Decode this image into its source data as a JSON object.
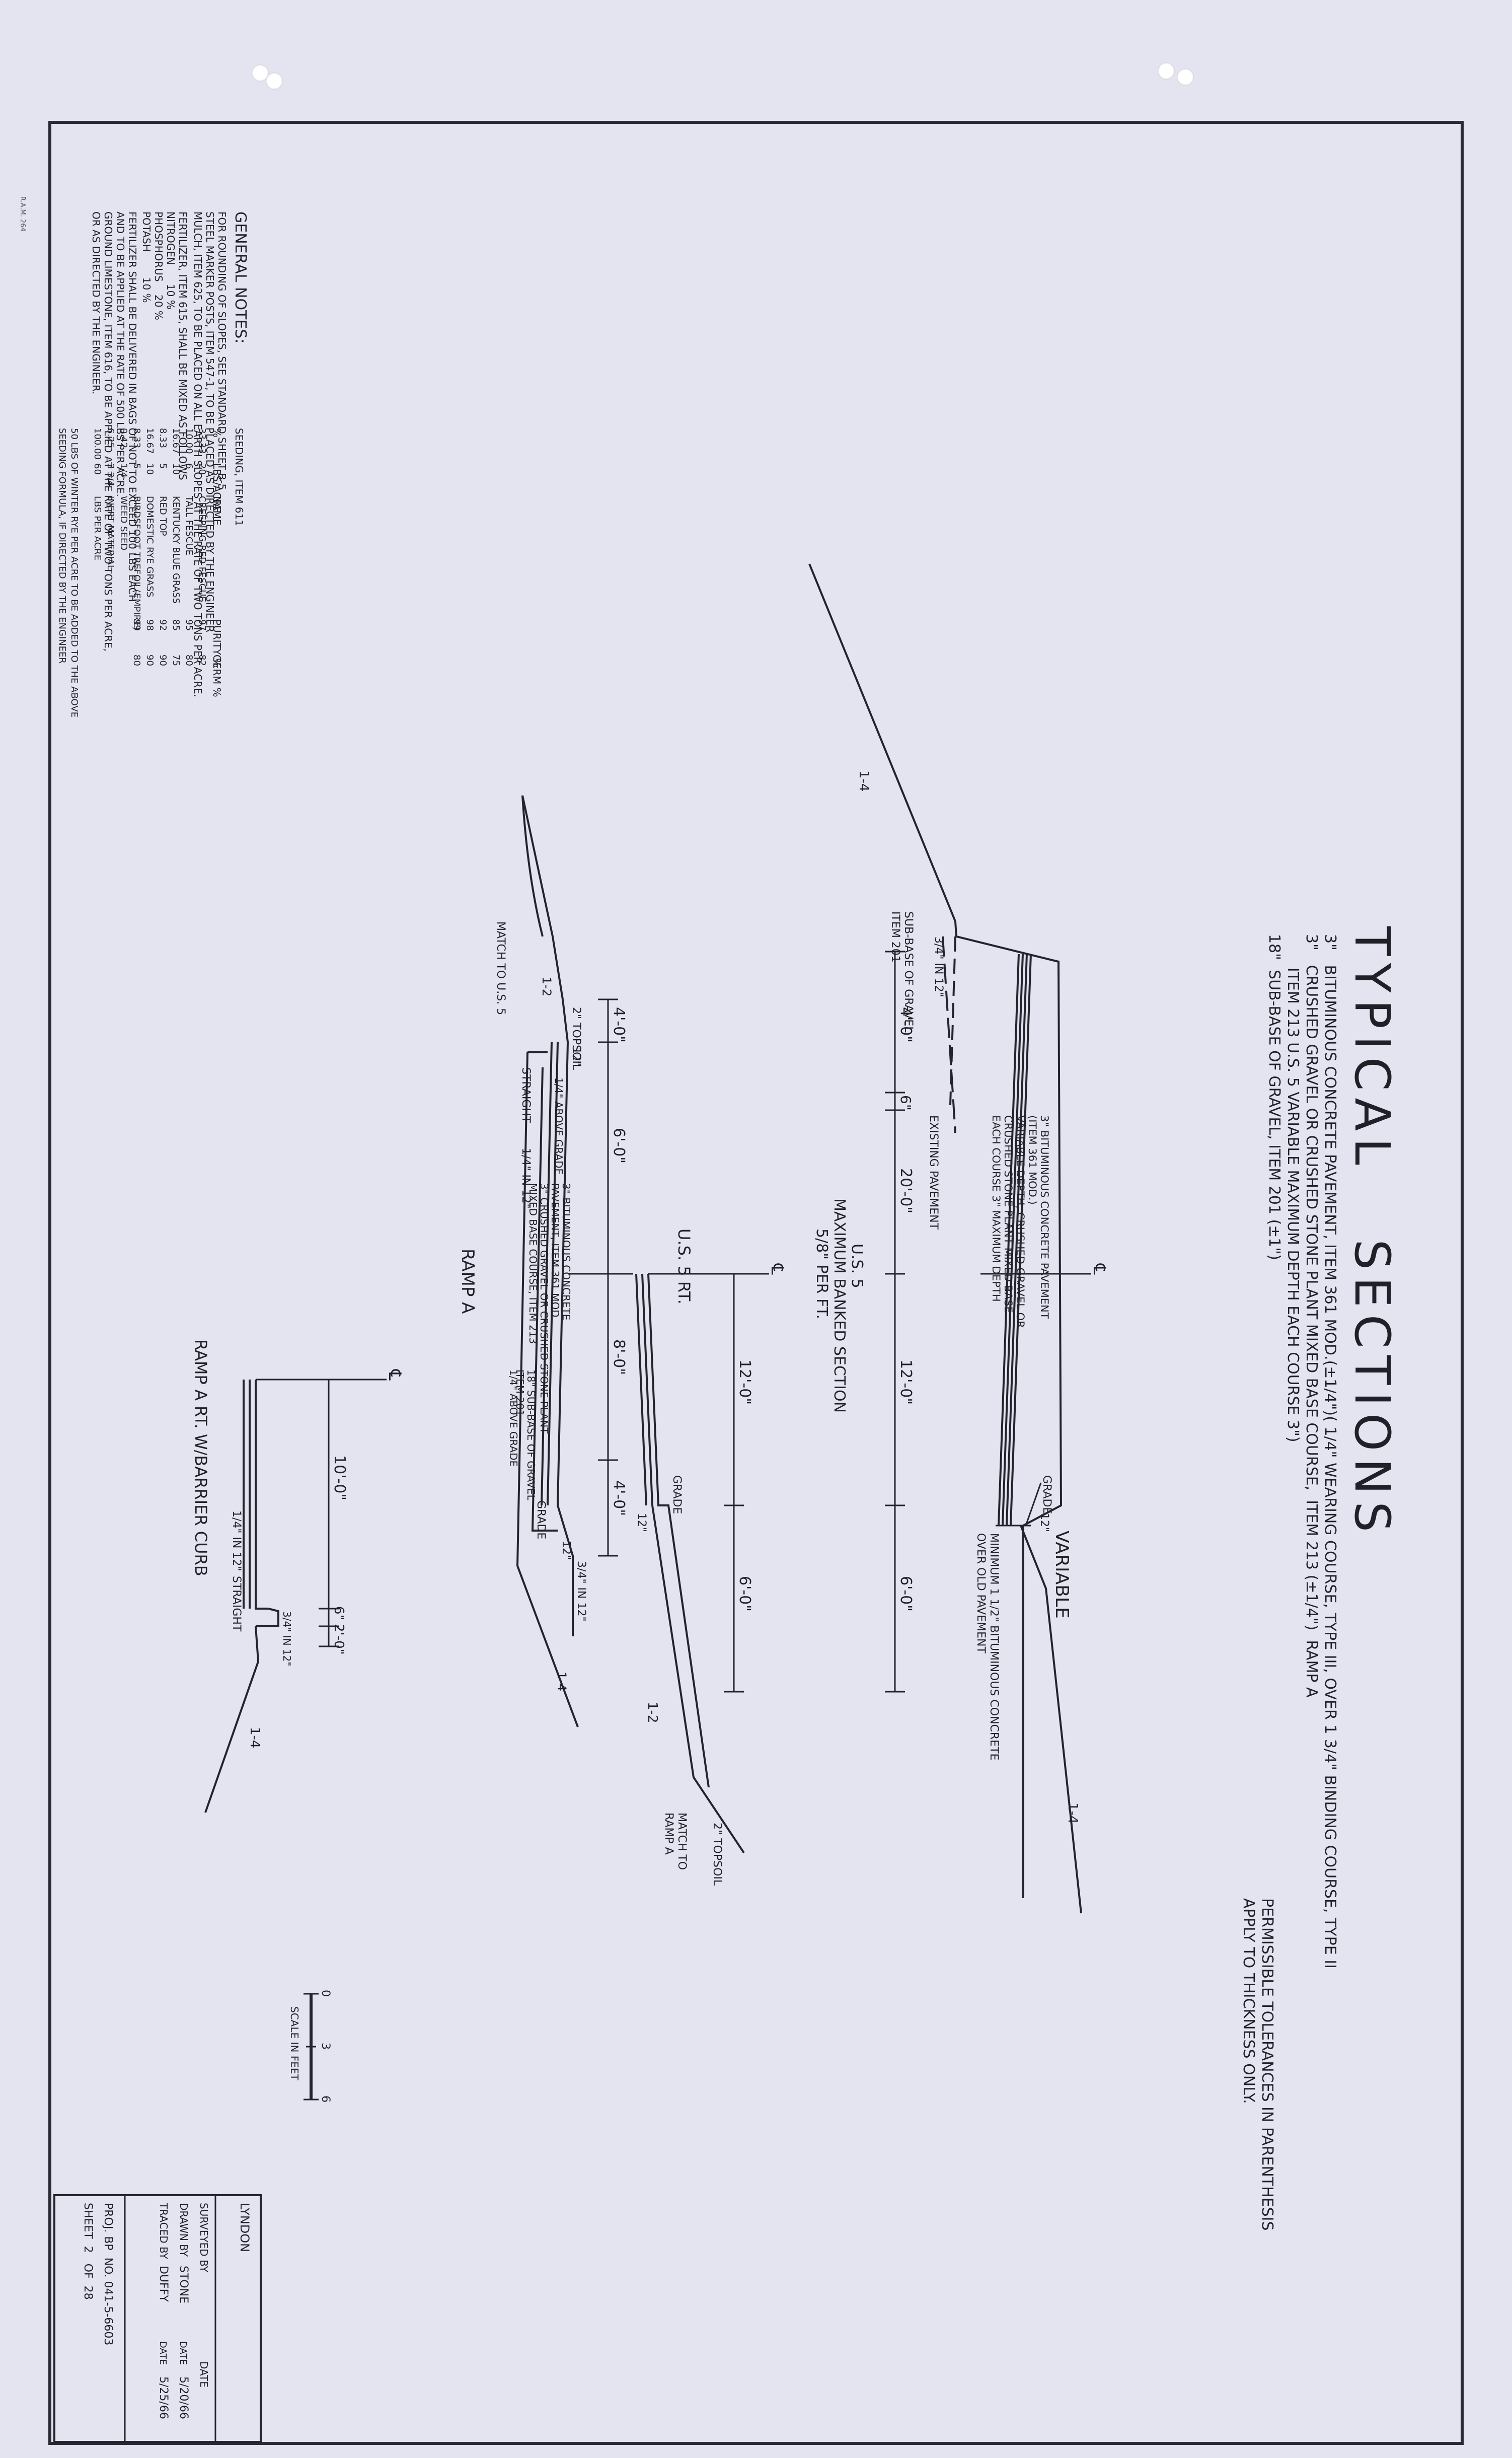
{
  "title": "TYPICAL   SECTIONS",
  "legend": [
    "3\"   BITUMINOUS CONCRETE PAVEMENT, ITEM 361 MOD.(±1/4\")( 1/4\" WEARING COURSE, TYPE III, OVER 1 3/4\" BINDING COURSE, TYPE II",
    "3\"   CRUSHED GRAVEL OR CRUSHED STONE PLANT MIXED BASE COURSE,  ITEM 213 (±1/4\")  RAMP A",
    "       ITEM 213 U.S. 5 VARIABLE MAXIMUM DEPTH EACH COURSE 3\")",
    "18\"  SUB-BASE OF GRAVEL, ITEM 201 (±1\")"
  ],
  "tolerances": [
    "PERMISSIBLE TOLERANCES IN PARENTHESIS",
    "APPLY TO THICKNESS ONLY."
  ],
  "notes": {
    "heading": "GENERAL NOTES:",
    "lines": [
      "FOR ROUNDING OF SLOPES, SEE STANDARD SHEET B-5",
      "STEEL MARKER POSTS, ITEM 547-1, TO BE PLACED AS DIRECTED BY THE ENGINEER",
      "MULCH, ITEM 625, TO BE PLACED ON ALL EARTH SLOPES AT THE RATE OF TWO TONS PER ACRE.",
      "FERTILIZER, ITEM 615, SHALL BE MIXED AS FOLLOWS",
      "NITROGEN      10 %",
      "PHOSPHORUS    20 %",
      "POTASH        10 %",
      "FERTILIZER SHALL BE DELIVERED IN BAGS OF NOT TO EXCEED 100 LBS EACH",
      "AND TO BE APPLIED AT THE RATE OF 500 LBS PER ACRE.",
      "GROUND LIMESTONE, ITEM 616, TO BE APPLIED AT THE RATE OF TWO TONS PER ACRE,",
      "OR AS DIRECTED BY THE ENGINEER."
    ],
    "seeding_title": "SEEDING, ITEM 611",
    "seeding_headers": [
      "%",
      "LBS/ACRE",
      "NAME",
      "PURITY %",
      "GERM %"
    ],
    "seeding_rows": [
      [
        "33.33",
        "20",
        "CREEPING RED FESCUE",
        "97",
        "82"
      ],
      [
        "10.00",
        "6",
        "TALL FESCUE",
        "95",
        "80"
      ],
      [
        "16.67",
        "10",
        "KENTUCKY BLUE GRASS",
        "85",
        "75"
      ],
      [
        "8.33",
        "5",
        "RED TOP",
        "92",
        "90"
      ],
      [
        "16.67",
        "10",
        "DOMESTIC RYE GRASS",
        "98",
        "90"
      ],
      [
        "8.33",
        "5",
        "BIRDSFOOT TREFOIL(EMPIRE)",
        "99",
        "80"
      ],
      [
        "0.42",
        "1/4",
        "WEED SEED",
        "",
        ""
      ],
      [
        "6.25",
        "3 3/4",
        "INERT MATERIAL",
        "",
        ""
      ],
      [
        "100.00",
        "60",
        "LBS  PER ACRE",
        "",
        ""
      ]
    ],
    "seeding_footer": [
      "50 LBS OF WINTER RYE PER ACRE TO BE ADDED TO THE ABOVE",
      "SEEDING FORMULA, IF DIRECTED BY THE ENGINEER"
    ]
  },
  "us5": {
    "caption": [
      "U.S. 5",
      "MAXIMUM BANKED SECTION",
      "5/8\" PER FT."
    ],
    "dims": [
      "4'-0\"",
      "6\"",
      "20'-0\"",
      "12'-0\"",
      "6'-0\""
    ],
    "labels": {
      "subbase": [
        "SUB-BASE OF GRAVEL",
        "ITEM 201"
      ],
      "slope_lt": "1-4",
      "slope_rt": "1-4",
      "xfall": "3/4\" IN 12\"",
      "pavement": [
        "3\" BITUMINOUS CONCRETE PAVEMENT",
        "(ITEM 361 MOD.)",
        "VARIABLE DEPTH, CRUSHED GRAVEL OR",
        "CRUSHED STONE PLANT MIXED BASE",
        "EACH COURSE 3\" MAXIMUM DEPTH"
      ],
      "existing": "EXISTING PAVEMENT",
      "grade": "GRADE",
      "variable": "VARIABLE",
      "twelve": "12\"",
      "overlay": [
        "MINIMUM 1 1/2\" BITUMINOUS CONCRETE",
        "OVER OLD PAVEMENT"
      ]
    }
  },
  "us5rt": {
    "caption": "U.S. 5 RT.",
    "dims": [
      "12'-0\"",
      "6'-0\""
    ],
    "labels": {
      "grade": "GRADE",
      "twelve": "12\"",
      "slope": "1-2",
      "topsoil": "2\" TOPSOIL",
      "match": [
        "MATCH TO",
        "RAMP A"
      ]
    }
  },
  "rampa": {
    "caption": "RAMP A",
    "dims": [
      "4'-0\"",
      "6'-0\"",
      "8'-0\"",
      "4'-0\""
    ],
    "labels": {
      "match": "MATCH TO U.S. 5",
      "slope_lt": "1-2",
      "slope_rt": "1-4",
      "topsoil": "2\" TOPSOIL",
      "twelve_l": "12\"",
      "twelve_r": "12\"",
      "straight": "STRAIGHT",
      "xfall_l": "1/4\" IN 12\"",
      "xfall_r": "3/4\" IN 12\"",
      "grade": "GRADE",
      "above_grade": [
        "1/4\" ABOVE GRADE",
        "1/4\" ABOVE GRADE"
      ],
      "pavement": [
        "3\" BITUMINOUS CONCRETE",
        "PAVEMENT, ITEM 361 MOD.",
        "3\" CRUSHED GRAVEL OR CRUSHED STONE PLANT",
        "MIXED BASE COURSE, ITEM 213"
      ],
      "subbase": [
        "18\" SUB-BASE OF GRAVEL",
        "ITEM 201"
      ]
    }
  },
  "rampart": {
    "caption": "RAMP A RT. W/BARRIER CURB",
    "dims": [
      "10'-0\"",
      "6\"",
      "2'-0\""
    ],
    "labels": {
      "xfall_l": "1/4\" IN 12\"",
      "straight": "STRAIGHT",
      "xfall_r": "3/4\" IN 12\"",
      "slope": "1-4"
    }
  },
  "scale": {
    "ticks": [
      "0",
      "3",
      "6"
    ],
    "label": "SCALE IN FEET"
  },
  "titleblock": {
    "town": "LYNDON",
    "surveyed": "SURVEYED BY",
    "drawn_label": "DRAWN BY",
    "drawn_by": "STONE",
    "traced_label": "TRACED BY",
    "traced_by": "DUFFY",
    "date_head": "DATE",
    "drawn_date_label": "DATE",
    "drawn_date": "5/20/66",
    "traced_date_label": "DATE",
    "traced_date": "5/25/66",
    "project": "PROJ. BP  NO. 041-5-6603",
    "sheet": "SHEET  2   OF  28"
  },
  "margin_mark": "R.A.M. 264"
}
